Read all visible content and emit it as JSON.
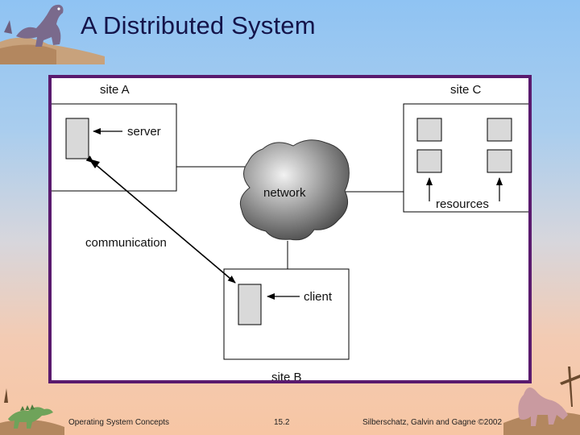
{
  "slide": {
    "title": "A Distributed System",
    "footer_left": "Operating System Concepts",
    "footer_center": "15.2",
    "footer_right": "Silberschatz, Galvin and  Gagne ©2002"
  },
  "diagram": {
    "site_a_label": "site A",
    "site_b_label": "site B",
    "site_c_label": "site C",
    "server_label": "server",
    "client_label": "client",
    "network_label": "network",
    "resources_label": "resources",
    "communication_label": "communication"
  },
  "colors": {
    "frame": "#5a1a6e",
    "node_fill": "#d9d9d9",
    "title": "#14144a"
  }
}
